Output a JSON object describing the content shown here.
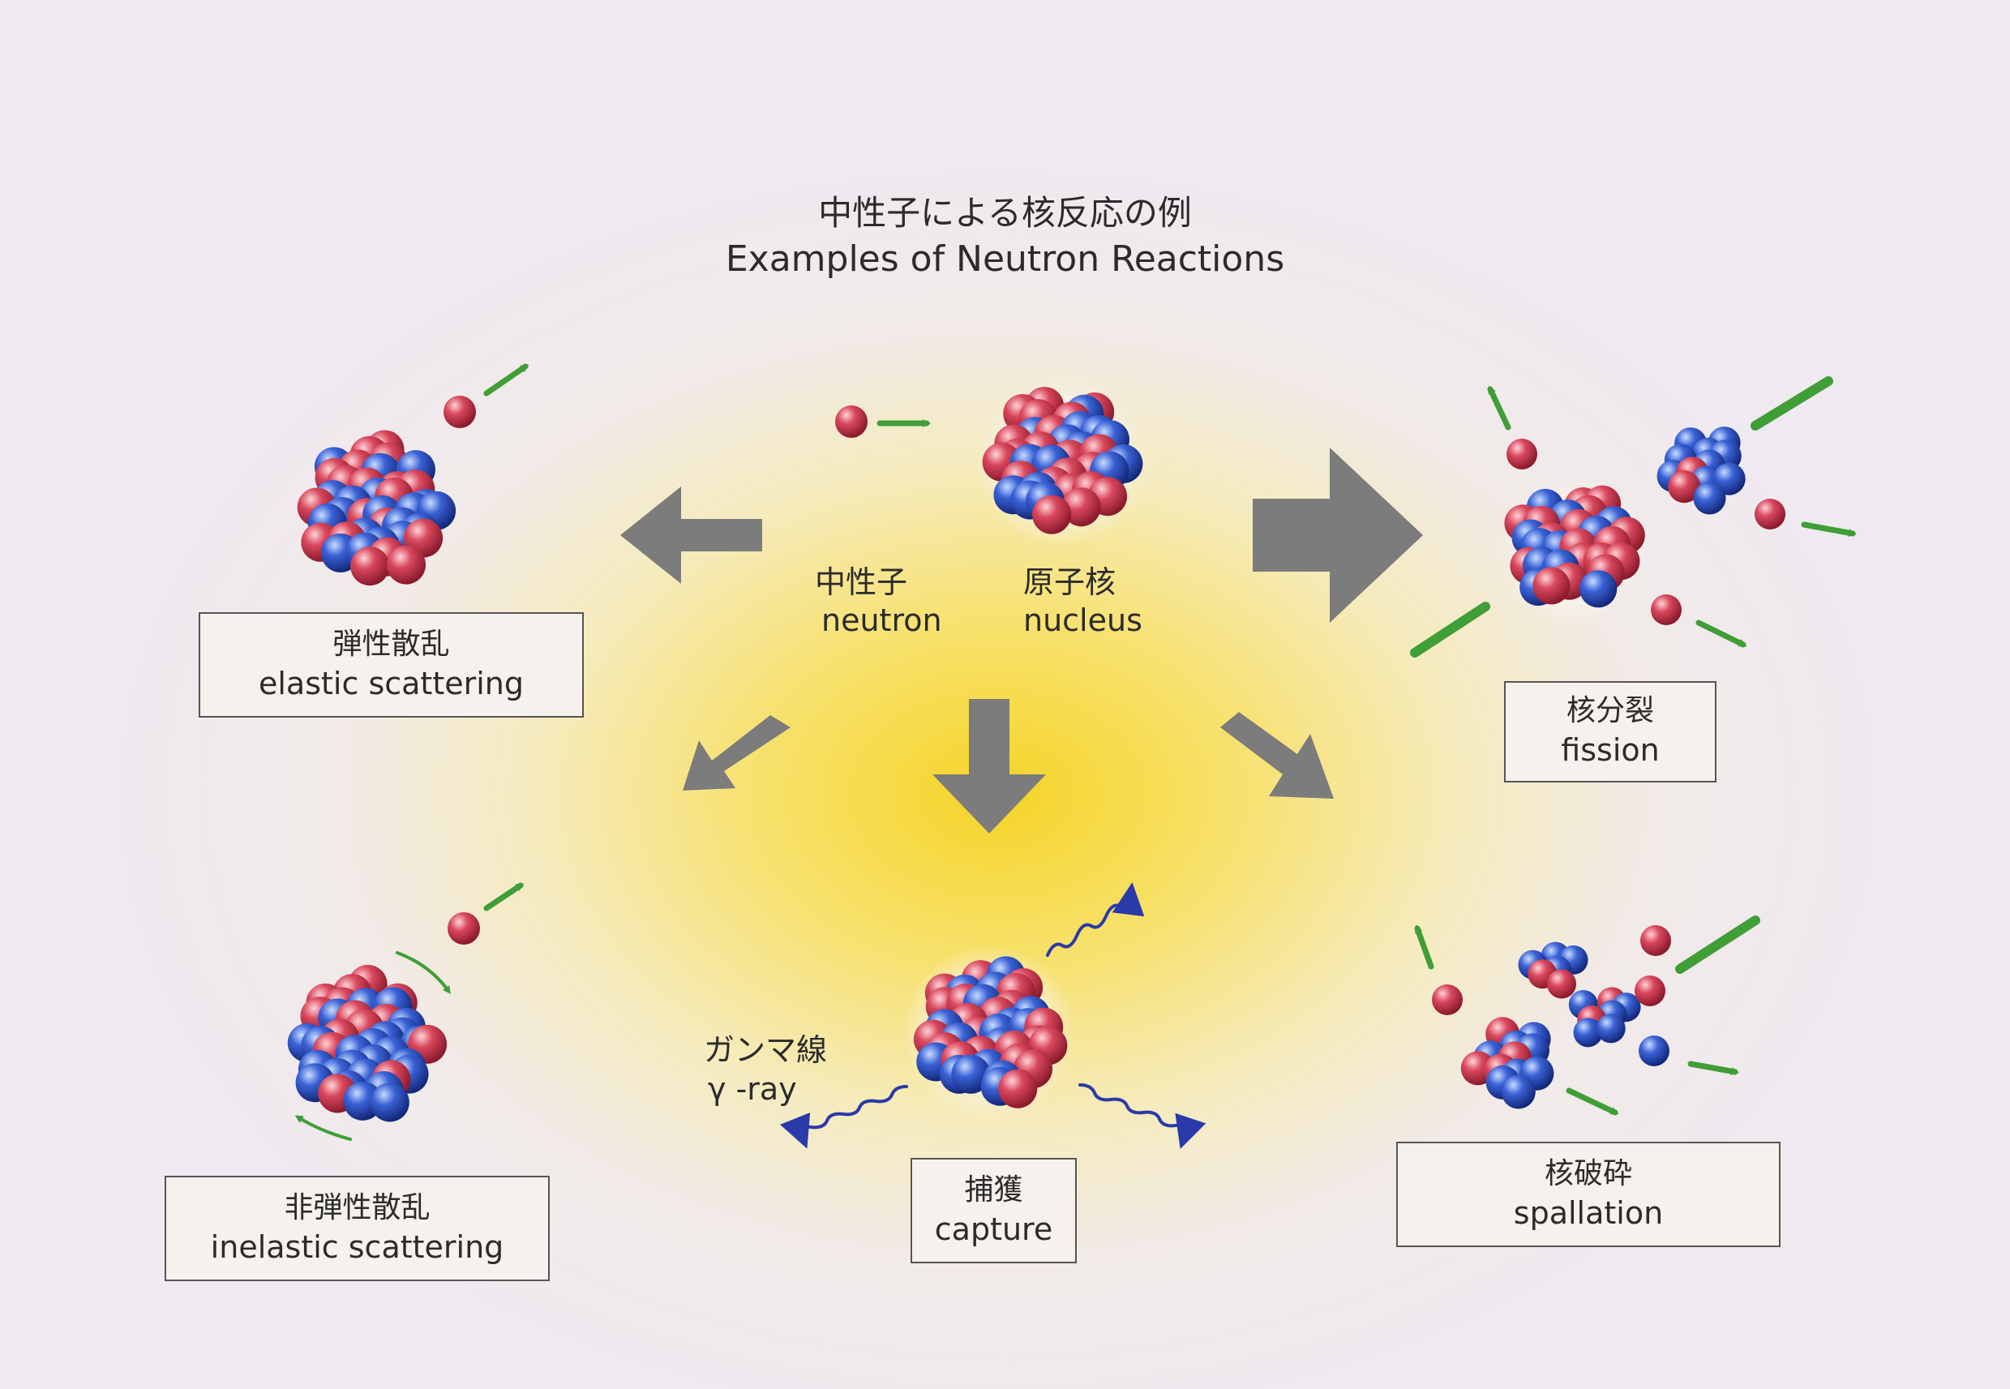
{
  "title": {
    "jp": "中性子による核反応の例",
    "en": "Examples of Neutron Reactions"
  },
  "center": {
    "neutron_jp": "中性子",
    "neutron_en": "neutron",
    "nucleus_jp": "原子核",
    "nucleus_en": "nucleus"
  },
  "gamma": {
    "jp": "ガンマ線",
    "en": "γ -ray"
  },
  "reactions": {
    "elastic": {
      "jp": "弾性散乱",
      "en": "elastic scattering"
    },
    "inelastic": {
      "jp": "非弾性散乱",
      "en": "inelastic scattering"
    },
    "capture": {
      "jp": "捕獲",
      "en": "capture"
    },
    "fission": {
      "jp": "核分裂",
      "en": "fission"
    },
    "spallation": {
      "jp": "核破砕",
      "en": "spallation"
    }
  },
  "colors": {
    "proton": "#c8384e",
    "neutron": "#2f55c8",
    "big_arrow": "#7c7c7c",
    "motion_arrow": "#3f9e36",
    "gamma_wave": "#2a3aa8",
    "glow": "#f6d428"
  }
}
